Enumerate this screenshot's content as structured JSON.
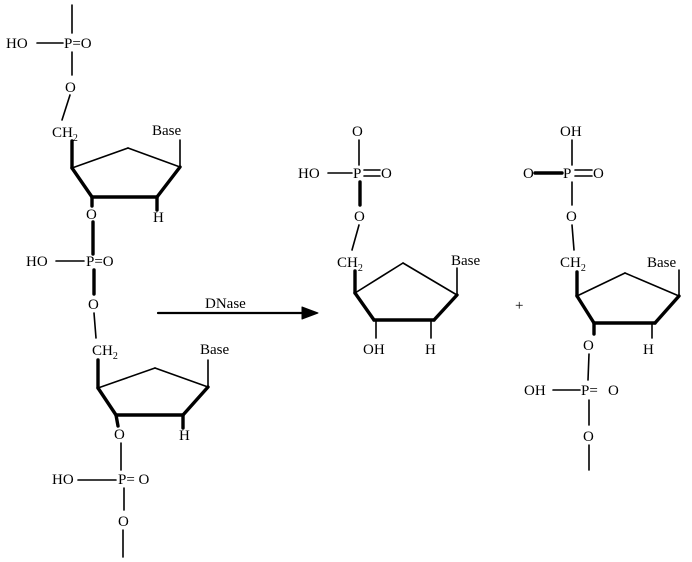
{
  "labels": {
    "ho": "HO",
    "oh": "OH",
    "p": "P",
    "p_eq_o": "P=O",
    "p_eq_space_o": "P= O",
    "p_eq": "P=",
    "o": "O",
    "ch": "CH",
    "two": "2",
    "base": "Base",
    "h": "H",
    "enzyme": "DNase",
    "plus": "+"
  }
}
